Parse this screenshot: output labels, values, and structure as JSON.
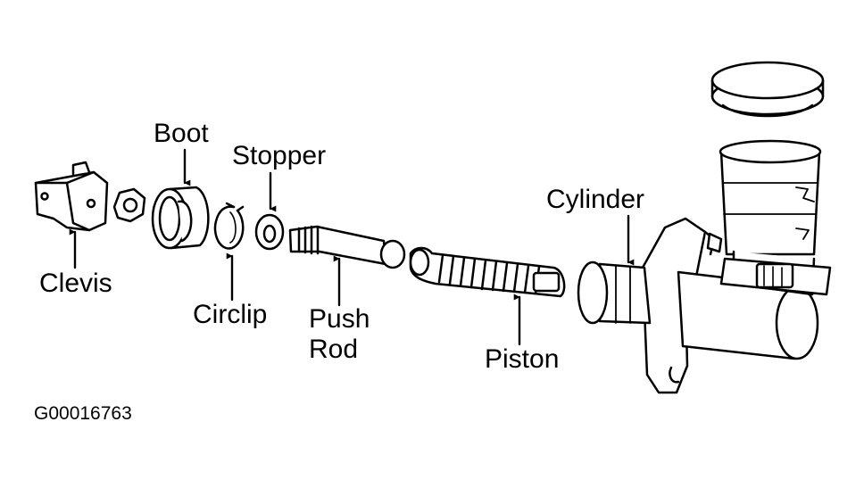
{
  "labels": {
    "boot": "Boot",
    "stopper": "Stopper",
    "cylinder": "Cylinder",
    "clevis": "Clevis",
    "circlip": "Circlip",
    "push_rod_line1": "Push",
    "push_rod_line2": "Rod",
    "piston": "Piston"
  },
  "figure_code": "G00016763",
  "colors": {
    "ink": "#000000",
    "paper": "#ffffff"
  }
}
